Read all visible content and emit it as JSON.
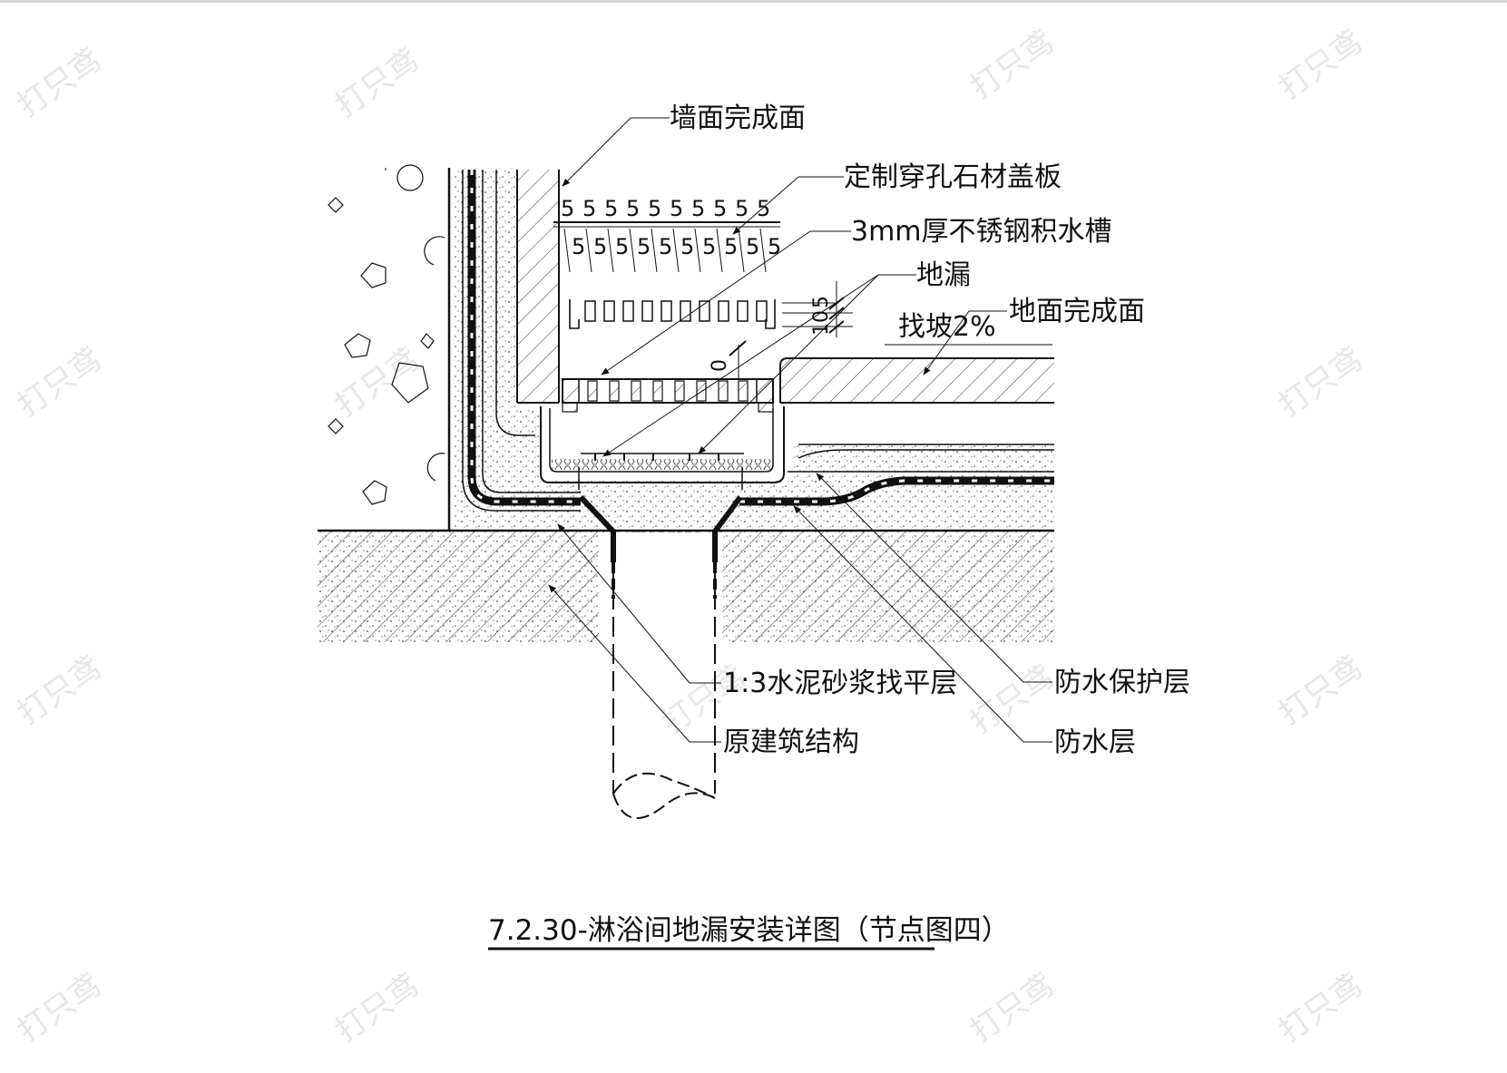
{
  "labels": {
    "wall_finish": "墙面完成面",
    "stone_cover": "定制穿孔石材盖板",
    "steel_trough": "3mm厚不锈钢积水槽",
    "floor_drain": "地漏",
    "floor_finish": "地面完成面",
    "slope": "找坡2%",
    "mortar": "1:3水泥砂浆找平层",
    "structure": "原建筑结构",
    "wp_protect": "防水保护层",
    "wp_layer": "防水层"
  },
  "dims": {
    "d5": "5",
    "d10": "10",
    "d0": "0"
  },
  "grate_char": "5",
  "title": "7.2.30-淋浴间地漏安装详图（节点图四）",
  "watermark": "打只鸢",
  "colors": {
    "line": "#111111",
    "watermark": "#e6e6e6",
    "top_border": "#d9d9d9"
  }
}
